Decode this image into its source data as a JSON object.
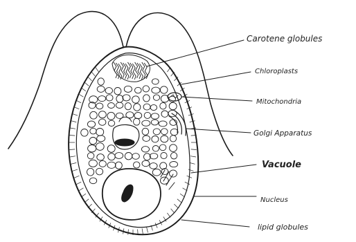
{
  "diagram": {
    "ink_color": "#1c1c1c",
    "paper_color": "#ffffff",
    "labels": [
      {
        "id": "carotene",
        "text": "Carotene  globules"
      },
      {
        "id": "chloroplasts",
        "text": "Chloroplasts"
      },
      {
        "id": "mitochondria",
        "text": "Mitochondria"
      },
      {
        "id": "golgi",
        "text": "Golgi  Apparatus"
      },
      {
        "id": "vacuole",
        "text": "Vacuole"
      },
      {
        "id": "nucleus",
        "text": "Nucleus"
      },
      {
        "id": "lipid",
        "text": "lipid  globules"
      }
    ]
  }
}
